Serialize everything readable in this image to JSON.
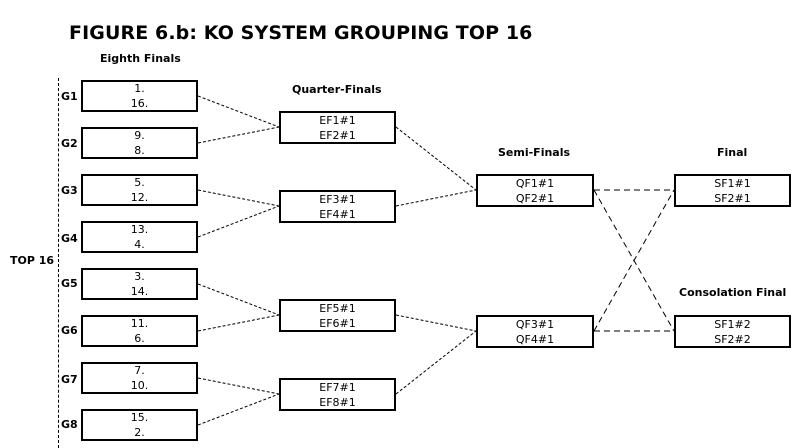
{
  "title": "FIGURE 6.b: KO SYSTEM GROUPING TOP 16",
  "side_label": "TOP 16",
  "headers": {
    "eighth": "Eighth Finals",
    "quarter": "Quarter-Finals",
    "semi": "Semi-Finals",
    "final": "Final",
    "consolation": "Consolation Final"
  },
  "groups": [
    {
      "label": "G1",
      "seeds": [
        "1.",
        "16."
      ]
    },
    {
      "label": "G2",
      "seeds": [
        "9.",
        "8."
      ]
    },
    {
      "label": "G3",
      "seeds": [
        "5.",
        "12."
      ]
    },
    {
      "label": "G4",
      "seeds": [
        "13.",
        "4."
      ]
    },
    {
      "label": "G5",
      "seeds": [
        "3.",
        "14."
      ]
    },
    {
      "label": "G6",
      "seeds": [
        "11.",
        "6."
      ]
    },
    {
      "label": "G7",
      "seeds": [
        "7.",
        "10."
      ]
    },
    {
      "label": "G8",
      "seeds": [
        "15.",
        "2."
      ]
    }
  ],
  "quarter_finals": [
    [
      "EF1#1",
      "EF2#1"
    ],
    [
      "EF3#1",
      "EF4#1"
    ],
    [
      "EF5#1",
      "EF6#1"
    ],
    [
      "EF7#1",
      "EF8#1"
    ]
  ],
  "semi_finals": [
    [
      "QF1#1",
      "QF2#1"
    ],
    [
      "QF3#1",
      "QF4#1"
    ]
  ],
  "final": [
    "SF1#1",
    "SF2#1"
  ],
  "consolation_final": [
    "SF1#2",
    "SF2#2"
  ]
}
